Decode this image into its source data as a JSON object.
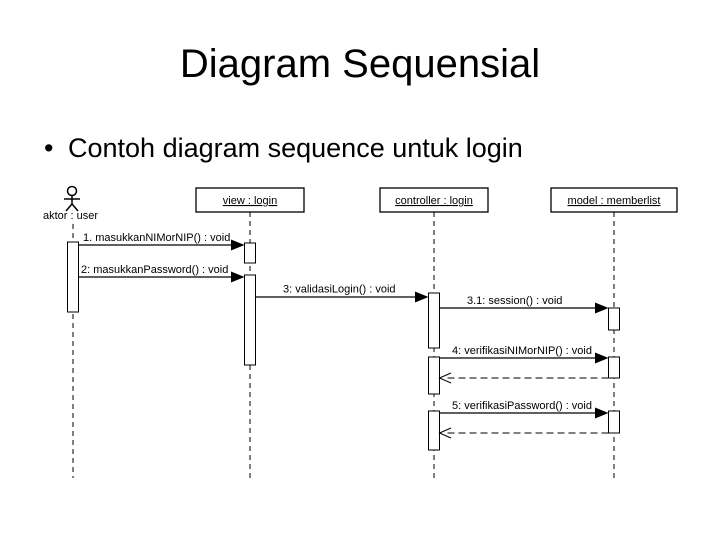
{
  "slide": {
    "title": "Diagram Sequensial",
    "bullets": [
      {
        "marker": "•",
        "text": "Contoh diagram sequence untuk login"
      }
    ]
  },
  "diagram": {
    "type": "uml-sequence",
    "actor": {
      "label": "aktor : user"
    },
    "objects": [
      {
        "label": "view : login"
      },
      {
        "label": "controller : login"
      },
      {
        "label": "model : memberlist"
      }
    ],
    "messages": [
      {
        "id": "1",
        "label": "1. masukkanNIMorNIP() : void",
        "from": "aktor : user",
        "to": "view : login",
        "kind": "call",
        "has_return": false
      },
      {
        "id": "2",
        "label": "2: masukkanPassword() : void",
        "from": "aktor : user",
        "to": "view : login",
        "kind": "call",
        "has_return": false
      },
      {
        "id": "3",
        "label": "3: validasiLogin() : void",
        "from": "view : login",
        "to": "controller : login",
        "kind": "call",
        "has_return": false
      },
      {
        "id": "3.1",
        "label": "3.1: session() : void",
        "from": "controller : login",
        "to": "model : memberlist",
        "kind": "call",
        "has_return": false
      },
      {
        "id": "4",
        "label": "4: verifikasiNIMorNIP() : void",
        "from": "controller : login",
        "to": "model : memberlist",
        "kind": "call",
        "has_return": true
      },
      {
        "id": "5",
        "label": "5: verifikasiPassword() : void",
        "from": "controller : login",
        "to": "model : memberlist",
        "kind": "call",
        "has_return": true
      }
    ],
    "colors": {
      "ink": "#000000",
      "background": "#ffffff"
    }
  }
}
